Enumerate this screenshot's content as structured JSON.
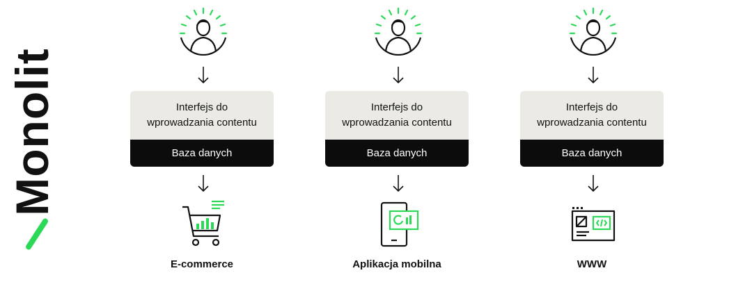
{
  "brand": {
    "title": "Monolit",
    "accent": "#2bd957"
  },
  "columns": [
    {
      "interface_label_line1": "Interfejs do",
      "interface_label_line2": "wprowadzania contentu",
      "database_label": "Baza danych",
      "target_label": "E-commerce",
      "target_icon": "shopping-cart-icon"
    },
    {
      "interface_label_line1": "Interfejs do",
      "interface_label_line2": "wprowadzania contentu",
      "database_label": "Baza danych",
      "target_label": "Aplikacja mobilna",
      "target_icon": "mobile-app-icon"
    },
    {
      "interface_label_line1": "Interfejs do",
      "interface_label_line2": "wprowadzania contentu",
      "database_label": "Baza danych",
      "target_label": "WWW",
      "target_icon": "website-icon"
    }
  ]
}
